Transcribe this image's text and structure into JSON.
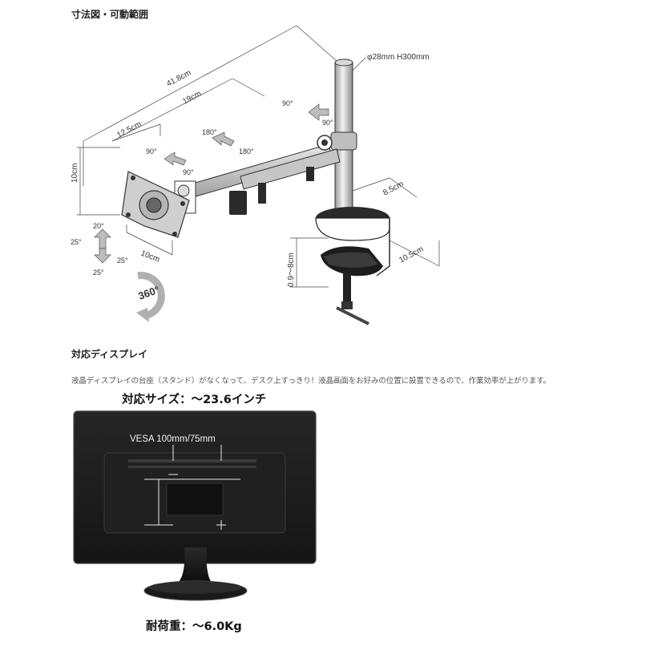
{
  "section1": {
    "title": "寸法図・可動範囲",
    "dims": {
      "overall_length": "41.8cm",
      "arm1": "19cm",
      "arm2": "12.5cm",
      "height": "10cm",
      "head_width": "10cm",
      "pole": "φ28mm H300mm",
      "clamp_depth": "8.5cm",
      "clamp_length": "10.5cm",
      "clamp_range": "0.9～8cm"
    },
    "angles": {
      "a_90_top": "90°",
      "a_90_top_b": "90°",
      "a_180_a": "180°",
      "a_180_b": "180°",
      "a_90_mid": "90°",
      "a_90_mid_b": "90°",
      "tilt_up": "20°",
      "tilt_left": "25°",
      "tilt_right": "25°",
      "tilt_down": "25°",
      "rotate": "360°"
    }
  },
  "section2": {
    "title": "対応ディスプレイ",
    "description": "液晶ディスプレイの台座（スタンド）がなくなって、デスク上すっきり！液晶画面をお好みの位置に設置できるので、作業効率が上がります。",
    "size_caption": "対応サイズ：～23.6インチ",
    "vesa_label": "VESA 100mm/75mm",
    "load_caption": "耐荷重：～6.0Kg"
  },
  "colors": {
    "metal": "#c9c9c9",
    "monitor": "#1e1e1e",
    "line": "#333333"
  },
  "icons": [
    "rotate-360-icon",
    "arrow-icon"
  ]
}
